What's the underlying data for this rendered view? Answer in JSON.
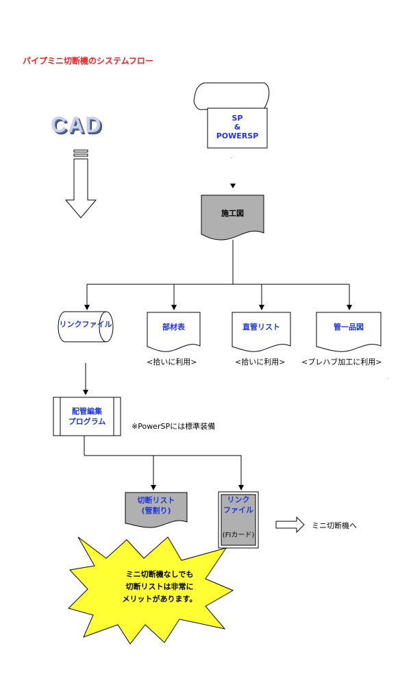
{
  "title": "パイプミニ切断機のシステムフロー",
  "cad_label": "CAD",
  "sp_box": {
    "line1": "SP",
    "line2": "&",
    "line3": "POWERSP"
  },
  "construction_drawing": "施工図",
  "link_file": "リンクファイル",
  "materials_table": "部材表",
  "straight_pipe_list": "直管リスト",
  "single_part_drawing": "管一品図",
  "note_pickup1": "<拾いに利用>",
  "note_pickup2": "<拾いに利用>",
  "note_prefab": "<プレハブ加工に利用>",
  "piping_program": {
    "line1": "配管編集",
    "line2": "プログラム"
  },
  "powersp_note": "※PowerSPには標準装備",
  "cut_list": {
    "line1": "切断リスト",
    "line2": "(管割り)"
  },
  "link_file_card": {
    "line1": "リンク",
    "line2": "ファイル",
    "line3": "(FIカード)"
  },
  "to_cutter": "ミニ切断機へ",
  "burst": {
    "line1": "ミニ切断機なしでも",
    "line2": "切断リストは非常に",
    "line3": "メリットがあります。"
  },
  "colors": {
    "title": "#ff1a1a",
    "label_blue": "#1f35d8",
    "doc_gray": "#b0b0b0",
    "burst_yellow": "#ffff33"
  }
}
